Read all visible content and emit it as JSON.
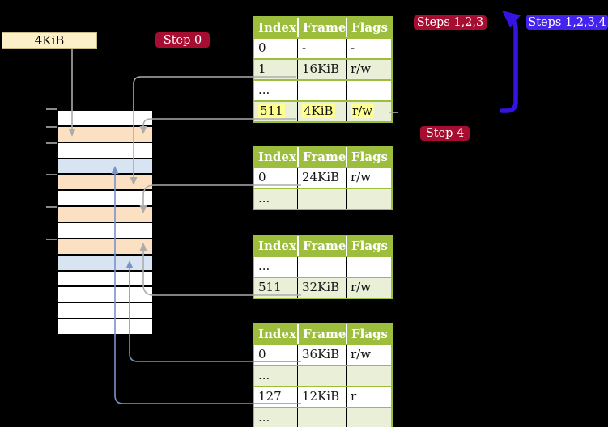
{
  "page_size_label": "4KiB",
  "badges": {
    "step0": "Step 0",
    "steps123": "Steps 1,2,3",
    "steps1234": "Steps 1,2,3,4",
    "step4": "Step 4"
  },
  "memory_strip": {
    "rows": [
      "white",
      "peach",
      "white",
      "blue",
      "peach",
      "white",
      "peach",
      "white",
      "peach",
      "blue",
      "white",
      "white",
      "white",
      "white"
    ]
  },
  "tables": [
    {
      "columns": [
        "Index",
        "Frame",
        "Flags"
      ],
      "rows": [
        {
          "cells": [
            "0",
            "-",
            "-"
          ],
          "shade": false,
          "highlight": false
        },
        {
          "cells": [
            "1",
            "16KiB",
            "r/w"
          ],
          "shade": true,
          "highlight": false
        },
        {
          "cells": [
            "...",
            "",
            ""
          ],
          "shade": false,
          "highlight": false
        },
        {
          "cells": [
            "511",
            "4KiB",
            "r/w"
          ],
          "shade": true,
          "highlight": true
        }
      ]
    },
    {
      "columns": [
        "Index",
        "Frame",
        "Flags"
      ],
      "rows": [
        {
          "cells": [
            "0",
            "24KiB",
            "r/w"
          ],
          "shade": false,
          "highlight": false
        },
        {
          "cells": [
            "...",
            "",
            ""
          ],
          "shade": true,
          "highlight": false
        }
      ]
    },
    {
      "columns": [
        "Index",
        "Frame",
        "Flags"
      ],
      "rows": [
        {
          "cells": [
            "...",
            "",
            ""
          ],
          "shade": false,
          "highlight": false
        },
        {
          "cells": [
            "511",
            "32KiB",
            "r/w"
          ],
          "shade": true,
          "highlight": false
        }
      ]
    },
    {
      "columns": [
        "Index",
        "Frame",
        "Flags"
      ],
      "rows": [
        {
          "cells": [
            "0",
            "36KiB",
            "r/w"
          ],
          "shade": false,
          "highlight": false
        },
        {
          "cells": [
            "...",
            "",
            ""
          ],
          "shade": true,
          "highlight": false
        },
        {
          "cells": [
            "127",
            "12KiB",
            "r"
          ],
          "shade": false,
          "highlight": false
        },
        {
          "cells": [
            "...",
            "",
            ""
          ],
          "shade": true,
          "highlight": false
        }
      ]
    }
  ],
  "colors": {
    "background": "#000000",
    "table_header_green": "#9DBE3D",
    "table_row_green": "#EAF0D8",
    "highlight_yellow": "#FFFF8F",
    "strip_peach": "#FBE0C2",
    "strip_blue": "#D8E4F2",
    "cream": "#FCF0C8",
    "crimson": "#A60D31",
    "violet": "#4423EE",
    "arrow_blue": "#3713E3",
    "steel_blue": "#7793C7",
    "gray": "#ACACAC"
  }
}
